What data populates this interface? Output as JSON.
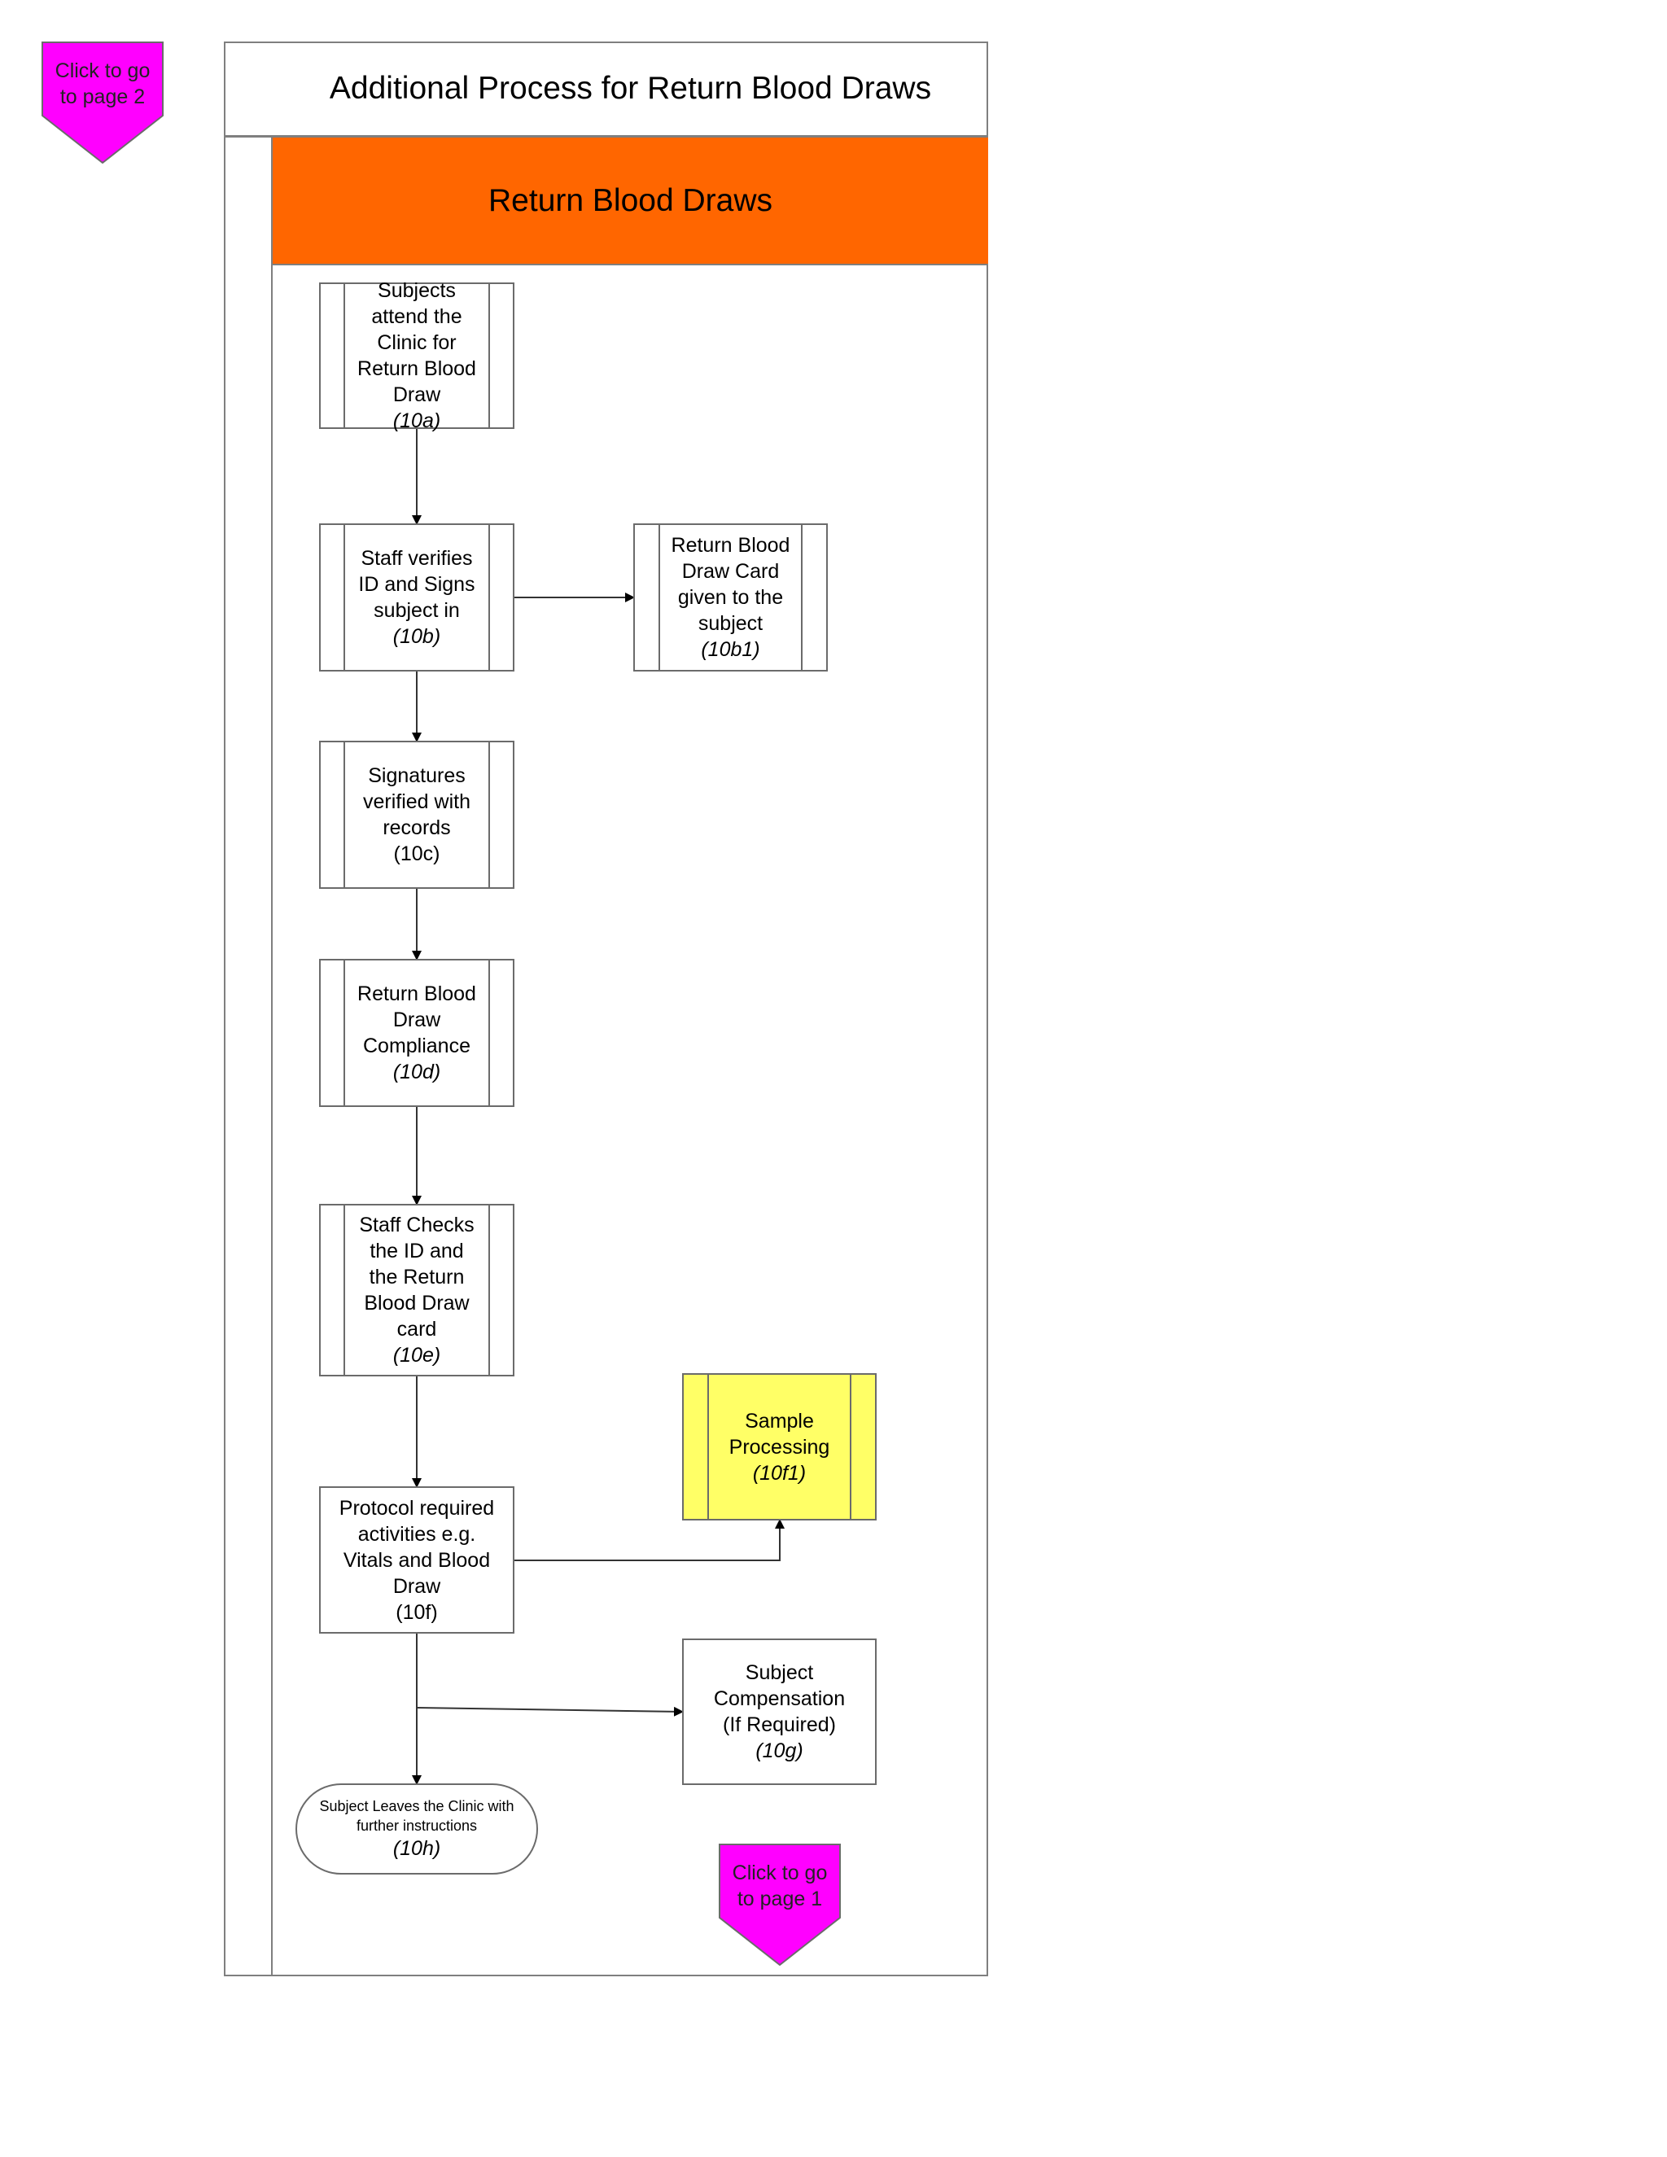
{
  "title": "Additional Process for Return Blood Draws",
  "lane": {
    "label": "Return Blood Draws"
  },
  "nodes": {
    "n10a": {
      "lines": [
        "Subjects",
        "attend the",
        "Clinic for",
        "Return Blood",
        "Draw"
      ],
      "ref": "(10a)"
    },
    "n10b": {
      "lines": [
        "Staff verifies",
        "ID and  Signs",
        "subject in"
      ],
      "ref": "(10b)"
    },
    "n10b1": {
      "lines": [
        "Return Blood",
        "Draw Card",
        "given to the",
        "subject"
      ],
      "ref": "(10b1)"
    },
    "n10c": {
      "lines": [
        "Signatures",
        "verified with",
        "records",
        "(10c)"
      ]
    },
    "n10d": {
      "lines": [
        "Return Blood",
        "Draw",
        "Compliance"
      ],
      "ref": "(10d)"
    },
    "n10e": {
      "lines": [
        "Staff Checks",
        "the ID and",
        "the Return",
        "Blood Draw",
        "card"
      ],
      "ref": "(10e)"
    },
    "n10f": {
      "lines": [
        "Protocol required",
        "activities e.g.",
        "Vitals and Blood",
        "Draw",
        "(10f)"
      ]
    },
    "n10f1": {
      "lines": [
        "Sample",
        "Processing"
      ],
      "ref": "(10f1)"
    },
    "n10g": {
      "lines": [
        "Subject",
        "Compensation",
        "(If Required)"
      ],
      "ref": "(10g)"
    },
    "n10h": {
      "lines": [
        "Subject Leaves the Clinic with",
        "further instructions"
      ],
      "ref": "(10h)"
    }
  },
  "offpage_top": {
    "lines": [
      "Click to go",
      "to page 2"
    ]
  },
  "offpage_bottom": {
    "lines": [
      "Click to go",
      "to page 1"
    ]
  },
  "colors": {
    "lane_header": "#ff6600",
    "offpage": "#ff00ff",
    "sample_processing": "#ffff66",
    "frame": "#7f7f7f"
  }
}
